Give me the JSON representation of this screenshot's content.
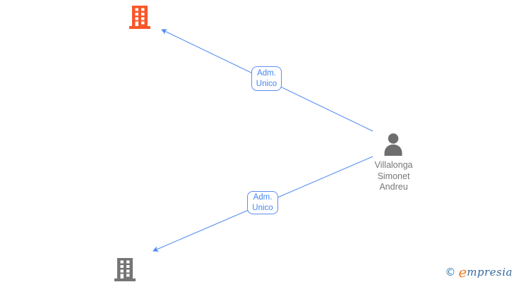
{
  "diagram": {
    "type": "corporate-relationship-graph",
    "person": {
      "name": "Villalonga Simonet Andreu",
      "name_lines": [
        "Villalonga",
        "Simonet",
        "Andreu"
      ],
      "icon": "person-silhouette-icon"
    },
    "companies": [
      {
        "id": "company-top",
        "icon": "building-icon",
        "color": "#fa5628",
        "label": ""
      },
      {
        "id": "company-bottom",
        "icon": "building-icon",
        "color": "#757575",
        "label": ""
      }
    ],
    "edges": [
      {
        "from": "person",
        "to": "company-top",
        "role": "Adm. Unico",
        "lines": [
          "Adm.",
          "Unico"
        ],
        "direction": "arrow-points-to-company"
      },
      {
        "from": "person",
        "to": "company-bottom",
        "role": "Adm. Unico",
        "lines": [
          "Adm.",
          "Unico"
        ],
        "direction": "arrow-points-to-company"
      }
    ]
  },
  "watermark": {
    "copyright_symbol": "©",
    "brand_full": "empresia",
    "brand_initial": "e",
    "brand_rest": "mpresia"
  },
  "colors": {
    "background": "#ffffff",
    "edge": "#4c86f0",
    "edge_label_text": "#4285f4",
    "edge_label_border": "#5b8ef2",
    "building_top": "#fa5628",
    "building_bottom": "#757575",
    "person_icon": "#6e6e6e",
    "person_name_text": "#777777",
    "watermark_copyright": "#2d7dad",
    "watermark_initial": "#ef7d22",
    "watermark_text": "#33689c"
  }
}
